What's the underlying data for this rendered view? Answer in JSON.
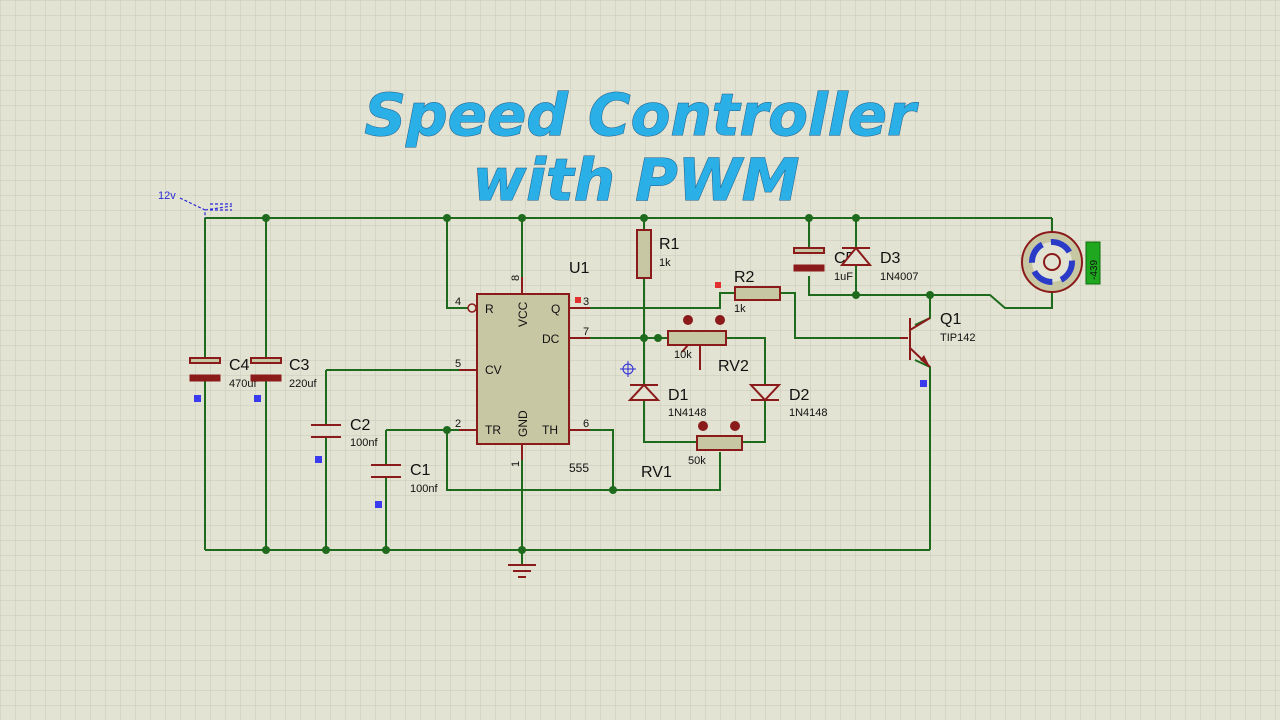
{
  "title": {
    "line1": "Speed Controller",
    "line2": "with PWM"
  },
  "supply": {
    "label": "12v"
  },
  "ic": {
    "ref": "U1",
    "part": "555",
    "pins": {
      "reset": "R",
      "vcc": "VCC",
      "q": "Q",
      "dc": "DC",
      "cv": "CV",
      "tr": "TR",
      "gnd": "GND",
      "th": "TH"
    },
    "pin_numbers": {
      "reset": "4",
      "vcc": "8",
      "q": "3",
      "dc": "7",
      "cv": "5",
      "tr": "2",
      "gnd": "1",
      "th": "6"
    }
  },
  "components": {
    "r1": {
      "ref": "R1",
      "value": "1k"
    },
    "r2": {
      "ref": "R2",
      "value": "1k"
    },
    "rv1": {
      "ref": "RV1",
      "value": "50k"
    },
    "rv2": {
      "ref": "RV2",
      "value": "10k"
    },
    "d1": {
      "ref": "D1",
      "value": "1N4148"
    },
    "d2": {
      "ref": "D2",
      "value": "1N4148"
    },
    "d3": {
      "ref": "D3",
      "value": "1N4007"
    },
    "c1": {
      "ref": "C1",
      "value": "100nf"
    },
    "c2": {
      "ref": "C2",
      "value": "100nf"
    },
    "c3": {
      "ref": "C3",
      "value": "220uf"
    },
    "c4": {
      "ref": "C4",
      "value": "470uf"
    },
    "c5": {
      "ref": "C5",
      "value": "1uF"
    },
    "q1": {
      "ref": "Q1",
      "value": "TIP142"
    }
  },
  "motor": {
    "rpm_readout": "-439"
  },
  "colors": {
    "background": "#e3e3d3",
    "grid": "#c8c8b8",
    "wire": "#1e6b1e",
    "component": "#8b1a1a",
    "title_fill": "#2ab0e6",
    "title_outline": "#1b5a88",
    "probe": "#3333ee",
    "readout": "#1fa81f"
  }
}
